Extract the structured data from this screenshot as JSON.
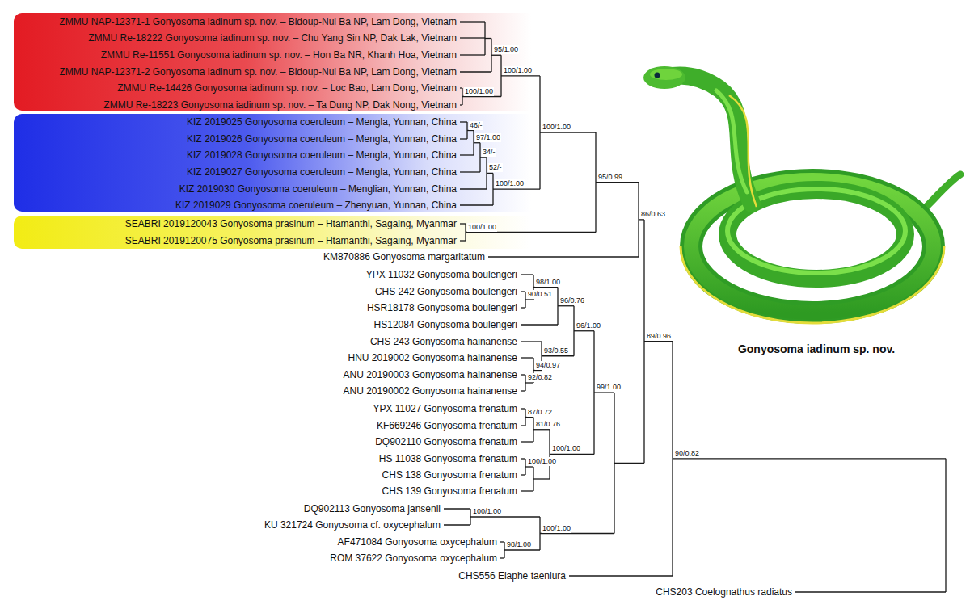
{
  "diagram": {
    "nodes": [
      {
        "text": [
          "ZMMU NAP-12371-1 Gonyosoma iadinum sp. nov. – Bidoup-Nui Ba NP, Lam Dong, Vietnam",
          "ZMMU Re-18222 Gonyosoma iadinum sp. nov. – Chu Yang Sin NP, Dak Lak, Vietnam",
          "ZMMU Re-11551 Gonyosoma iadinum sp. nov. – Hon Ba NR, Khanh Hoa, Vietnam",
          "ZMMU NAP-12371-2 Gonyosoma iadinum sp. nov. – Bidoup-Nui Ba NP, Lam Dong, Vietnam",
          "ZMMU Re-14426 Gonyosoma iadinum sp. nov. – Loc Bao, Lam Dong, Vietnam",
          "ZMMU Re-18223 Gonyosoma iadinum sp. nov. – Ta Dung NP, Dak Nong, Vietnam"
        ]
      },
      {
        "text": [
          "KIZ 2019025 Gonyosoma coeruleum – Mengla, Yunnan, China",
          "KIZ 2019026 Gonyosoma coeruleum – Mengla, Yunnan, China",
          "KIZ 2019028 Gonyosoma coeruleum – Mengla, Yunnan, China",
          "KIZ 2019027 Gonyosoma coeruleum – Mengla, Yunnan, China",
          "KIZ 2019030 Gonyosoma coeruleum – Menglian, Yunnan, China",
          "KIZ 2019029 Gonyosoma coeruleum – Zhenyuan, Yunnan, China"
        ]
      },
      {
        "text": [
          "SEABRI 2019120043 Gonyosoma prasinum – Htamanthi, Sagaing, Myanmar",
          "SEABRI 2019120075 Gonyosoma prasinum – Htamanthi, Sagaing, Myanmar"
        ]
      }
    ],
    "labels": [
      "KM870886 Gonyosoma margaritatum",
      "YPX 11032 Gonyosoma boulengeri",
      "CHS 242 Gonyosoma boulengeri",
      "HSR18178 Gonyosoma boulengeri",
      "HS12084 Gonyosoma boulengeri",
      "CHS 243 Gonyosoma hainanense",
      "HNU 2019002 Gonyosoma hainanense",
      "ANU 20190003 Gonyosoma hainanense",
      "ANU 20190002 Gonyosoma hainanense",
      "YPX 11027 Gonyosoma frenatum",
      "KF669246 Gonyosoma frenatum",
      "DQ902110 Gonyosoma frenatum",
      "HS 11038 Gonyosoma frenatum",
      "CHS 138 Gonyosoma frenatum",
      "CHS 139 Gonyosoma frenatum",
      "DQ902113 Gonyosoma jansenii",
      "KU 321724 Gonyosoma cf. oxycephalum",
      "AF471084 Gonyosoma oxycephalum",
      "ROM 37622 Gonyosoma oxycephalum",
      "CHS556 Elaphe taeniura",
      "CHS203 Coelognathus radiatus",
      "95/1.00",
      "100/1.00",
      "100/1.00",
      "100/1.00",
      "46/-",
      "97/1.00",
      "34/-",
      "52/-",
      "100/1.00",
      "100/1.00",
      "95/0.99",
      "86/0.63",
      "89/0.96",
      "90/0.82",
      "98/1.00",
      "90/0.51",
      "96/0.76",
      "96/1.00",
      "93/0.55",
      "94/0.97",
      "92/0.82",
      "99/1.00",
      "87/0.72",
      "81/0.76",
      "100/1.00",
      "100/1.00",
      "100/1.00",
      "98/1.00",
      "100/1.00",
      "Gonyosoma iadinum sp. nov."
    ]
  }
}
